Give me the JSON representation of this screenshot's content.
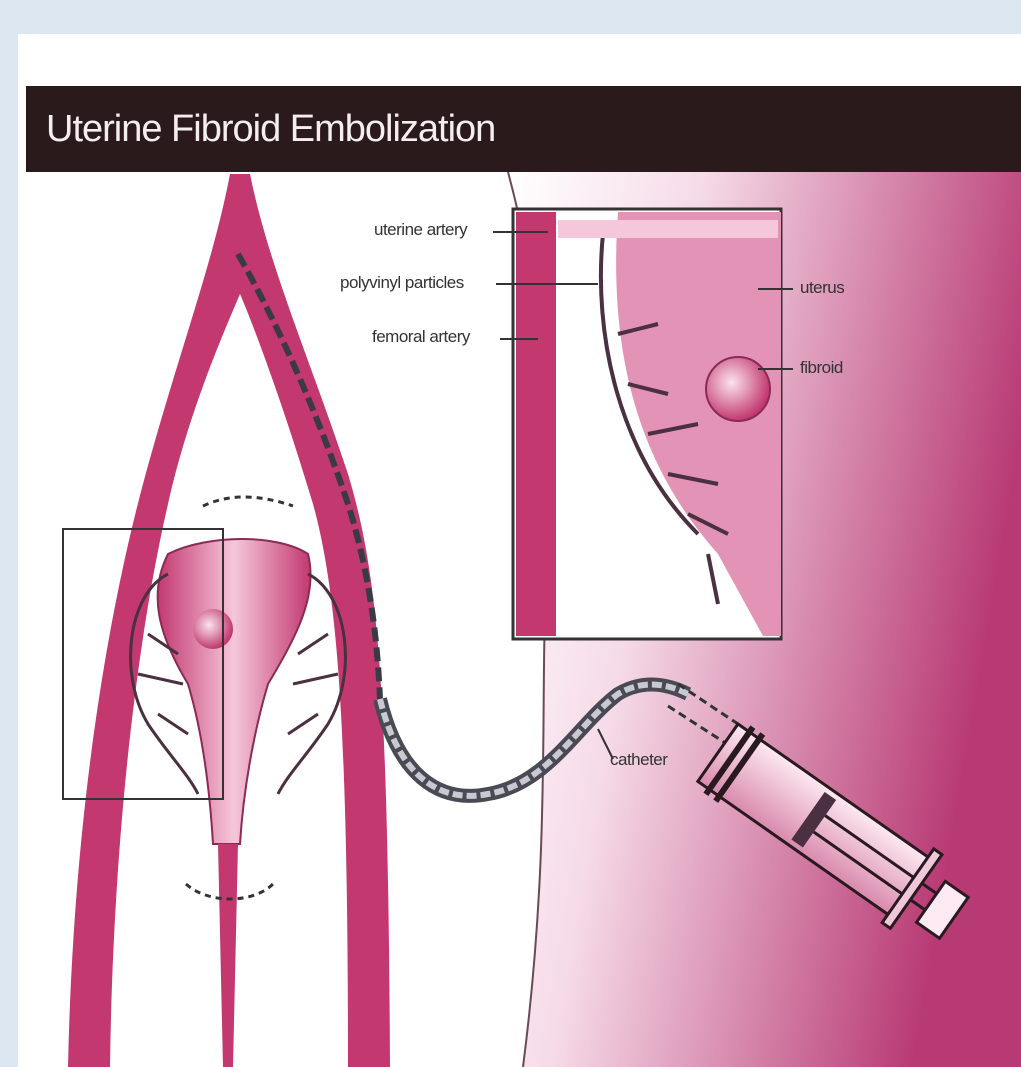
{
  "title": "Uterine Fibroid Embolization",
  "labels": {
    "uterine_artery": "uterine artery",
    "polyvinyl_particles": "polyvinyl particles",
    "femoral_artery": "femoral artery",
    "uterus": "uterus",
    "fibroid": "fibroid",
    "catheter": "catheter"
  },
  "colors": {
    "vessel": "#c2386f",
    "vessel_light": "#e9a4c2",
    "background_gradient_end": "#b83a74",
    "title_bar": "#2a1a1c",
    "page_bg": "#dde7f1"
  }
}
